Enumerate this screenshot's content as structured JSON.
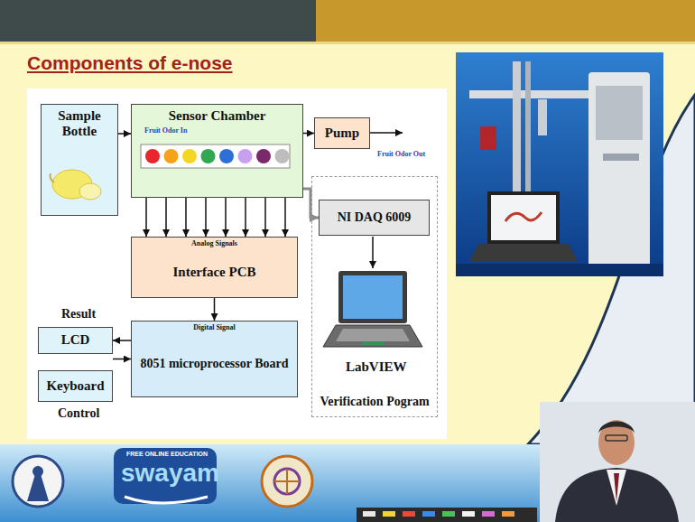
{
  "diagram": {
    "title": "Components of e-nose",
    "nodes": [
      {
        "text": [
          "Sample Bottle"
        ]
      },
      {
        "text": [
          "Sensor Chamber",
          "Fruit Odor In"
        ]
      },
      {
        "text": [
          "Pump"
        ]
      },
      {
        "text": [
          "Verification Pogram"
        ]
      },
      {
        "text": [
          "NI DAQ 6009"
        ],
        "in": 3
      },
      {
        "text": [
          "Analog Signals",
          "Interface PCB"
        ]
      },
      {
        "text": [
          "LCD"
        ]
      },
      {
        "text": [
          "Digital Signal",
          "8051 microprocessor Board"
        ]
      },
      {
        "text": [
          "Keyboard"
        ]
      }
    ],
    "edges": [
      {
        "from": 0,
        "to": 1,
        "arrow": "to"
      },
      {
        "from": 1,
        "to": 2,
        "arrow": "to"
      },
      {
        "from": 1,
        "to": 5,
        "arrow": "to"
      },
      {
        "from": 1,
        "to": 5,
        "arrow": "to"
      },
      {
        "from": 1,
        "to": 5,
        "arrow": "to"
      },
      {
        "from": 1,
        "to": 5,
        "arrow": "to"
      },
      {
        "from": 1,
        "to": 5,
        "arrow": "to"
      },
      {
        "from": 1,
        "to": 5,
        "arrow": "to"
      },
      {
        "from": 1,
        "to": 5,
        "arrow": "to"
      },
      {
        "from": 1,
        "to": 5,
        "arrow": "to"
      },
      {
        "from": 1,
        "to": 4,
        "arrow": "to"
      },
      {
        "from": 5,
        "to": 7,
        "arrow": "to"
      },
      {
        "from": 7,
        "to": 6,
        "arrow": "to"
      },
      {
        "from": 8,
        "to": 7,
        "arrow": "to"
      }
    ],
    "labels": [
      "Fruit Odor Out",
      "Result",
      "Control",
      "LabVIEW",
      "FREE ONLINE EDUCATION",
      "swayam"
    ]
  }
}
